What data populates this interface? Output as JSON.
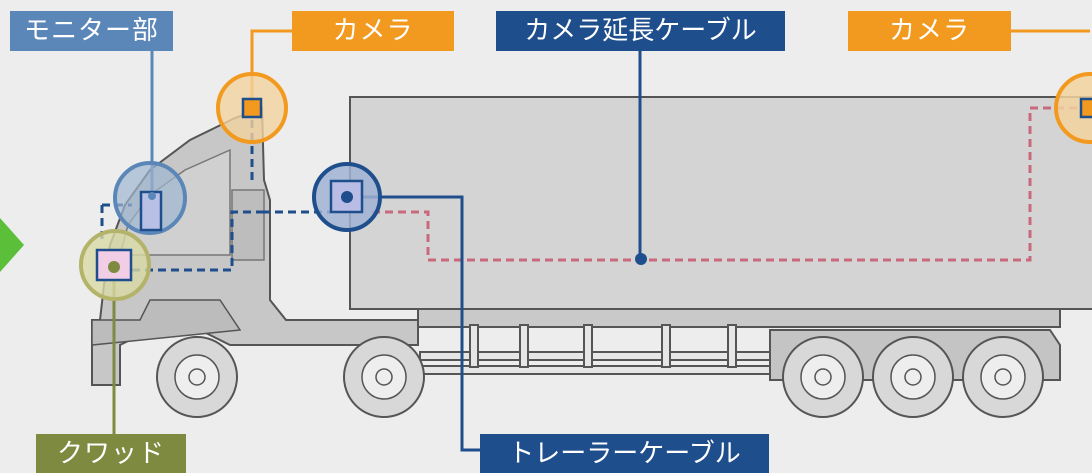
{
  "labels": {
    "monitor": "モニター部",
    "camera_cab": "カメラ",
    "extension_cable": "カメラ延長ケーブル",
    "camera_rear": "カメラ",
    "quad": "クワッド",
    "trailer_cable": "トレーラーケーブル"
  },
  "colors": {
    "background": "#ededed",
    "monitor": "#5b87b8",
    "camera": "#f29a1f",
    "extension_cable": "#1f4e8c",
    "quad": "#7d8a3f",
    "trailer_cable": "#1f4e8c",
    "wiring_dashed_blue": "#1f4e8c",
    "wiring_dashed_red": "#c86a7c",
    "truck_body": "#d4d4d4",
    "truck_outline": "#555555",
    "arrow": "#5bbf3a"
  },
  "icons": {
    "left_arrow": "play-arrow-icon",
    "wheels": "wheel-icon"
  }
}
